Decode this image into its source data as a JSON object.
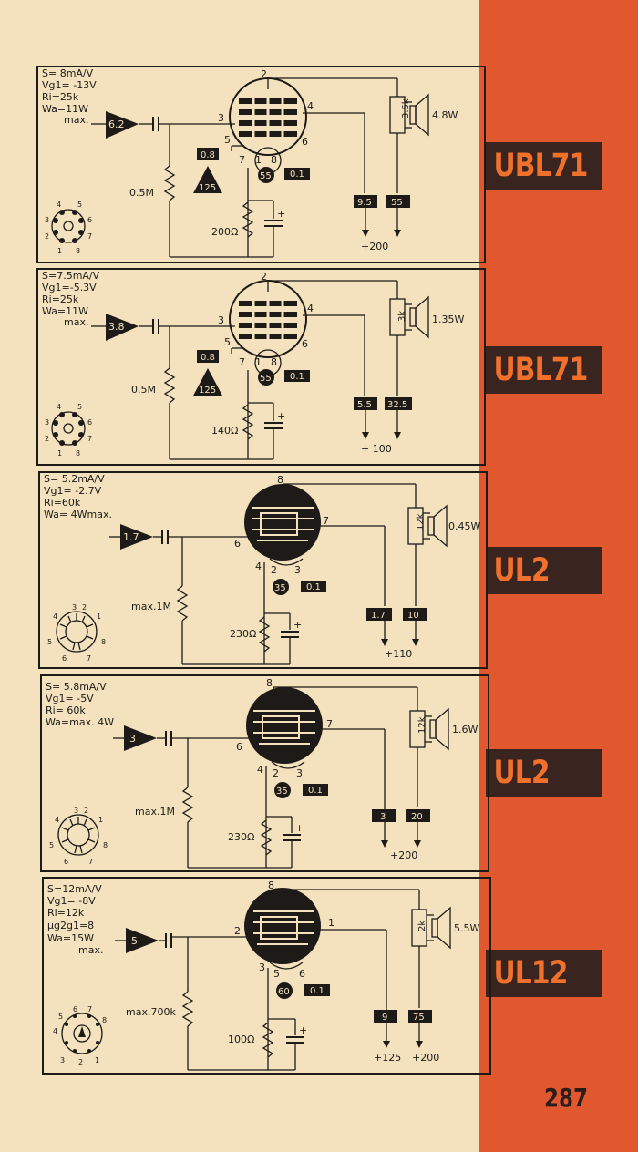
{
  "page_number": "287",
  "circuits": [
    {
      "tube": "UBL71",
      "specs": [
        "S= 8mA/V",
        "Vg1= -13V",
        "Ri=25k",
        "Wa=11W",
        "max."
      ],
      "input_gain": "6.2",
      "grid_resistor": "0.5M",
      "diode_gain": "125",
      "diode_value": "0.8",
      "cathode_resistor": "200Ω",
      "cathode_current": "55",
      "cathode_value": "0.1",
      "anode_current": "9.5",
      "screen_current": "55",
      "supply_voltage": "+200",
      "load": "3.5k",
      "output_power": "4.8W",
      "pins": {
        "anode": "2",
        "grid": "3",
        "screen": "4",
        "diode1": "5",
        "diode2": "6",
        "cath1": "7",
        "cath2": "1",
        "cath3": "8"
      },
      "base_pins": [
        "4",
        "5",
        "3",
        "6",
        "2",
        "7",
        "1",
        "8"
      ]
    },
    {
      "tube": "UBL71",
      "specs": [
        "S=7.5mA/V",
        "Vg1=-5.3V",
        "Ri=25k",
        "Wa=11W",
        "max."
      ],
      "input_gain": "3.8",
      "grid_resistor": "0.5M",
      "diode_gain": "125",
      "diode_value": "0.8",
      "cathode_resistor": "140Ω",
      "cathode_current": "55",
      "cathode_value": "0.1",
      "anode_current": "5.5",
      "screen_current": "32.5",
      "supply_voltage": "+ 100",
      "load": "3k",
      "output_power": "1.35W",
      "pins": {
        "anode": "2",
        "grid": "3",
        "screen": "4",
        "diode1": "5",
        "diode2": "6",
        "cath1": "7",
        "cath2": "1",
        "cath3": "8"
      },
      "base_pins": [
        "4",
        "5",
        "3",
        "6",
        "2",
        "7",
        "1",
        "8"
      ]
    },
    {
      "tube": "UL2",
      "specs": [
        "S= 5.2mA/V",
        "Vg1= -2.7V",
        "Ri=60k",
        "Wa= 4Wmax."
      ],
      "input_gain": "1.7",
      "grid_resistor": "max.1M",
      "cathode_resistor": "230Ω",
      "cathode_current": "35",
      "cathode_value": "0.1",
      "anode_current": "1.7",
      "screen_current": "10",
      "supply_voltage": "+110",
      "load": "12k",
      "output_power": "0.45W",
      "pins": {
        "top": "8",
        "grid": "6",
        "anode": "7",
        "p4": "4",
        "p2": "2",
        "p3": "3"
      },
      "base_pins": [
        "3",
        "2",
        "4",
        "1",
        "5",
        "8",
        "6",
        "7"
      ]
    },
    {
      "tube": "UL2",
      "specs": [
        "S= 5.8mA/V",
        "Vg1= -5V",
        "Ri= 60k",
        "Wa=max. 4W"
      ],
      "input_gain": "3",
      "grid_resistor": "max.1M",
      "cathode_resistor": "230Ω",
      "cathode_current": "35",
      "cathode_value": "0.1",
      "anode_current": "3",
      "screen_current": "20",
      "supply_voltage": "+200",
      "load": "12k",
      "output_power": "1.6W",
      "pins": {
        "top": "8",
        "grid": "6",
        "anode": "7",
        "p4": "4",
        "p2": "2",
        "p3": "3"
      },
      "base_pins": [
        "3",
        "2",
        "4",
        "1",
        "5",
        "8",
        "6",
        "7"
      ]
    },
    {
      "tube": "UL12",
      "specs": [
        "S=12mA/V",
        "Vg1= -8V",
        "Ri=12k",
        "μg2g1=8",
        "Wa=15W",
        "max."
      ],
      "input_gain": "5",
      "grid_resistor": "max.700k",
      "cathode_resistor": "100Ω",
      "cathode_current": "60",
      "cathode_value": "0.1",
      "anode_current": "9",
      "screen_current": "75",
      "supply_anode": "+125",
      "supply_voltage": "+200",
      "load": "2k",
      "output_power": "5.5W",
      "pins": {
        "top": "8",
        "grid": "2",
        "anode": "1",
        "p3": "3",
        "p5": "5",
        "p6": "6"
      },
      "base_pins": [
        "6",
        "7",
        "5",
        "8",
        "4",
        "3",
        "2",
        "1"
      ]
    }
  ]
}
